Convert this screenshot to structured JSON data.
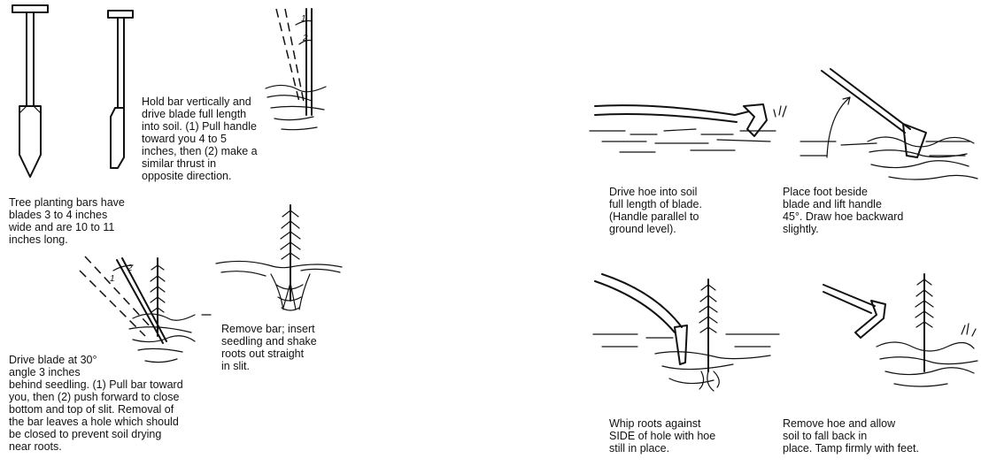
{
  "left_panel": {
    "caption_hold_bar": "Hold bar vertically and\ndrive blade full length\ninto soil. (1) Pull handle\ntoward you 4 to 5\ninches, then (2) make a\nsimilar thrust in\nopposite direction.",
    "caption_bar_spec": "Tree planting bars have\nblades 3 to 4 inches\nwide and are 10 to 11\ninches long.",
    "caption_drive_blade": "Drive blade at 30°\nangle 3 inches\nbehind seedling. (1) Pull bar toward\nyou, then (2) push forward to close\nbottom and top of slit. Removal of\nthe bar leaves a hole which should\nbe closed to prevent soil drying\nnear roots.",
    "caption_remove_bar": "Remove bar; insert\nseedling and shake\nroots out straight\nin slit.",
    "step_label_1": "1",
    "step_label_2": "2"
  },
  "right_panel": {
    "caption_drive_hoe": "Drive hoe into soil\nfull length of blade.\n(Handle parallel to\nground level).",
    "caption_place_foot": "Place foot beside\nblade and lift handle\n45°. Draw hoe backward\nslightly.",
    "caption_whip_roots": "Whip roots against\nSIDE of hole with hoe\nstill in place.",
    "caption_remove_hoe": "Remove hoe and allow\nsoil to fall back in\nplace. Tamp firmly with feet."
  }
}
